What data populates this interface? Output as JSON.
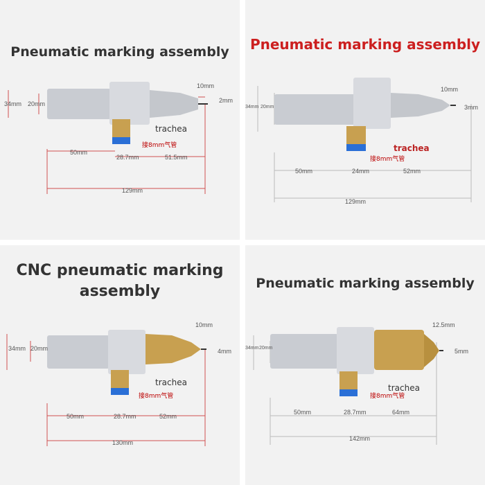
{
  "panels": [
    {
      "title": "Pneumatic marking assembly",
      "trachea": "trachea",
      "air_tube": "接8mm气管",
      "dims": {
        "d_body": "34mm",
        "d_inner": "20mm",
        "tip_top": "10mm",
        "tip": "2mm",
        "len1": "50mm",
        "len2": "28.7mm",
        "len3": "51.5mm",
        "total": "129mm"
      }
    },
    {
      "title": "Pneumatic marking assembly",
      "trachea": "trachea",
      "air_tube": "接8mm气管",
      "dims": {
        "d_body": "34mm",
        "d_inner": "20mm",
        "tip_top": "10mm",
        "tip": "3mm",
        "len1": "50mm",
        "len2": "24mm",
        "len3": "52mm",
        "total": "129mm"
      }
    },
    {
      "title": "CNC pneumatic marking assembly",
      "trachea": "trachea",
      "air_tube": "接8mm气管",
      "dims": {
        "d_body": "34mm",
        "d_inner": "20mm",
        "tip_top": "10mm",
        "tip": "4mm",
        "len1": "50mm",
        "len2": "28.7mm",
        "len3": "52mm",
        "total": "130mm"
      }
    },
    {
      "title": "Pneumatic marking assembly",
      "trachea": "trachea",
      "air_tube": "接8mm气管",
      "dims": {
        "d_body": "34mm",
        "d_inner": "20mm",
        "tip_top": "12.5mm",
        "tip": "5mm",
        "len1": "50mm",
        "len2": "28.7mm",
        "len3": "64mm",
        "total": "142mm"
      }
    }
  ],
  "colors": {
    "title_dark": "#333333",
    "title_red": "#cc1f1f",
    "dim_red": "#d05050",
    "brass": "#c8a050",
    "steel": "#c9ccd2",
    "fitting_blue": "#2a6fd6"
  }
}
